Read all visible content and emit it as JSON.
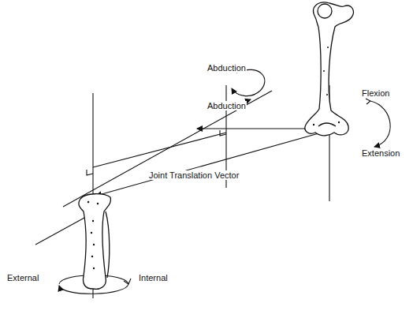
{
  "diagram": {
    "labels": [
      "Abduction",
      "Abduction",
      "Flexion",
      "Extension",
      "Joint Translation Vector",
      "External",
      "Internal"
    ]
  }
}
